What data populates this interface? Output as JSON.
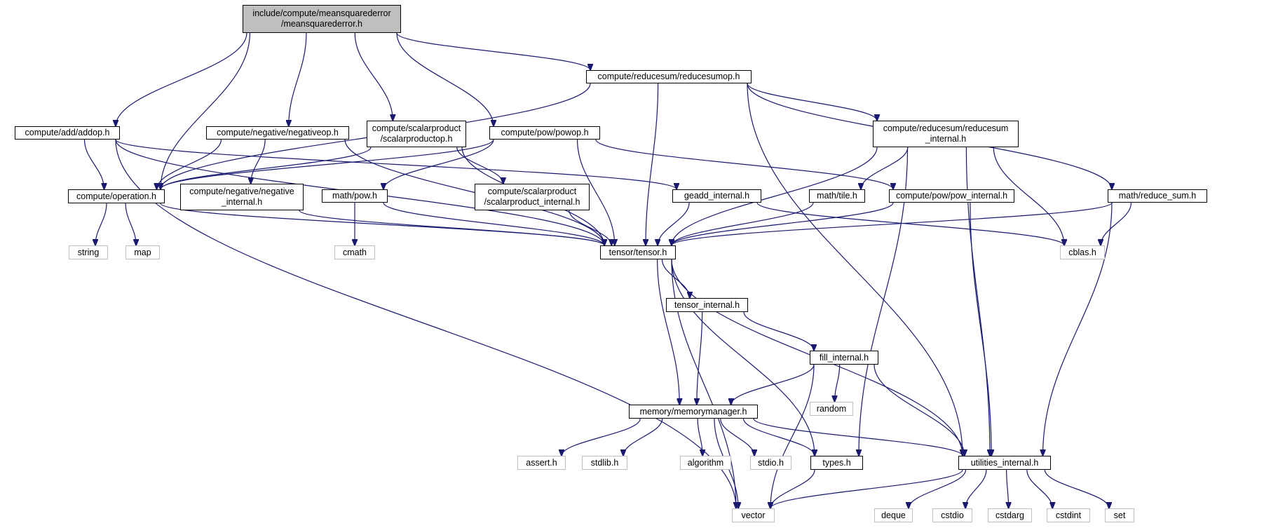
{
  "colors": {
    "edge": "#191970",
    "node_border": "#000000",
    "external_border": "#bfbfbf",
    "root_fill": "#bfbfbf"
  },
  "nodes": [
    {
      "id": "root",
      "label": "include/compute/meansquarederror\n/meansquarederror.h",
      "kind": "root"
    },
    {
      "id": "reducesumop",
      "label": "compute/reducesum/reducesumop.h",
      "kind": "header"
    },
    {
      "id": "addop",
      "label": "compute/add/addop.h",
      "kind": "header"
    },
    {
      "id": "negativeop",
      "label": "compute/negative/negativeop.h",
      "kind": "header"
    },
    {
      "id": "scalarproductop",
      "label": "compute/scalarproduct\n/scalarproductop.h",
      "kind": "header"
    },
    {
      "id": "powop",
      "label": "compute/pow/powop.h",
      "kind": "header"
    },
    {
      "id": "reducesum_internal",
      "label": "compute/reducesum/reducesum\n_internal.h",
      "kind": "header"
    },
    {
      "id": "operation",
      "label": "compute/operation.h",
      "kind": "header"
    },
    {
      "id": "negative_internal",
      "label": "compute/negative/negative\n_internal.h",
      "kind": "header"
    },
    {
      "id": "math_pow",
      "label": "math/pow.h",
      "kind": "header"
    },
    {
      "id": "scalarproduct_internal",
      "label": "compute/scalarproduct\n/scalarproduct_internal.h",
      "kind": "header"
    },
    {
      "id": "geadd_internal",
      "label": "geadd_internal.h",
      "kind": "header"
    },
    {
      "id": "math_tile",
      "label": "math/tile.h",
      "kind": "header"
    },
    {
      "id": "pow_internal",
      "label": "compute/pow/pow_internal.h",
      "kind": "header"
    },
    {
      "id": "reduce_sum",
      "label": "math/reduce_sum.h",
      "kind": "header"
    },
    {
      "id": "string",
      "label": "string",
      "kind": "external"
    },
    {
      "id": "map",
      "label": "map",
      "kind": "external"
    },
    {
      "id": "cmath",
      "label": "cmath",
      "kind": "external"
    },
    {
      "id": "tensor",
      "label": "tensor/tensor.h",
      "kind": "header"
    },
    {
      "id": "cblas",
      "label": "cblas.h",
      "kind": "external"
    },
    {
      "id": "tensor_internal",
      "label": "tensor_internal.h",
      "kind": "header"
    },
    {
      "id": "fill_internal",
      "label": "fill_internal.h",
      "kind": "header"
    },
    {
      "id": "random",
      "label": "random",
      "kind": "external"
    },
    {
      "id": "memorymanager",
      "label": "memory/memorymanager.h",
      "kind": "header"
    },
    {
      "id": "assert",
      "label": "assert.h",
      "kind": "external"
    },
    {
      "id": "stdlib",
      "label": "stdlib.h",
      "kind": "external"
    },
    {
      "id": "algorithm",
      "label": "algorithm",
      "kind": "external"
    },
    {
      "id": "stdio",
      "label": "stdio.h",
      "kind": "external"
    },
    {
      "id": "types",
      "label": "types.h",
      "kind": "header"
    },
    {
      "id": "utilities_internal",
      "label": "utilities_internal.h",
      "kind": "header"
    },
    {
      "id": "vector",
      "label": "vector",
      "kind": "external"
    },
    {
      "id": "deque",
      "label": "deque",
      "kind": "external"
    },
    {
      "id": "cstdio",
      "label": "cstdio",
      "kind": "external"
    },
    {
      "id": "cstdarg",
      "label": "cstdarg",
      "kind": "external"
    },
    {
      "id": "cstdint",
      "label": "cstdint",
      "kind": "external"
    },
    {
      "id": "set",
      "label": "set",
      "kind": "external"
    }
  ],
  "edges": [
    [
      "root",
      "reducesumop"
    ],
    [
      "root",
      "addop"
    ],
    [
      "root",
      "operation"
    ],
    [
      "root",
      "negativeop"
    ],
    [
      "root",
      "scalarproductop"
    ],
    [
      "root",
      "powop"
    ],
    [
      "reducesumop",
      "operation"
    ],
    [
      "reducesumop",
      "tensor"
    ],
    [
      "reducesumop",
      "reducesum_internal"
    ],
    [
      "reducesumop",
      "reduce_sum"
    ],
    [
      "reducesumop",
      "utilities_internal"
    ],
    [
      "addop",
      "operation"
    ],
    [
      "addop",
      "geadd_internal"
    ],
    [
      "addop",
      "tensor"
    ],
    [
      "addop",
      "vector"
    ],
    [
      "negativeop",
      "operation"
    ],
    [
      "negativeop",
      "negative_internal"
    ],
    [
      "negativeop",
      "tensor"
    ],
    [
      "scalarproductop",
      "operation"
    ],
    [
      "scalarproductop",
      "scalarproduct_internal"
    ],
    [
      "scalarproductop",
      "tensor"
    ],
    [
      "powop",
      "operation"
    ],
    [
      "powop",
      "math_pow"
    ],
    [
      "powop",
      "pow_internal"
    ],
    [
      "powop",
      "tensor"
    ],
    [
      "reducesum_internal",
      "tensor"
    ],
    [
      "reducesum_internal",
      "math_tile"
    ],
    [
      "reducesum_internal",
      "cblas"
    ],
    [
      "reducesum_internal",
      "types"
    ],
    [
      "reducesum_internal",
      "utilities_internal"
    ],
    [
      "operation",
      "string"
    ],
    [
      "operation",
      "map"
    ],
    [
      "operation",
      "tensor"
    ],
    [
      "negative_internal",
      "tensor"
    ],
    [
      "math_pow",
      "cmath"
    ],
    [
      "math_pow",
      "tensor"
    ],
    [
      "scalarproduct_internal",
      "tensor"
    ],
    [
      "geadd_internal",
      "tensor"
    ],
    [
      "geadd_internal",
      "cblas"
    ],
    [
      "math_tile",
      "tensor"
    ],
    [
      "pow_internal",
      "tensor"
    ],
    [
      "pow_internal",
      "utilities_internal"
    ],
    [
      "reduce_sum",
      "tensor"
    ],
    [
      "reduce_sum",
      "cblas"
    ],
    [
      "reduce_sum",
      "utilities_internal"
    ],
    [
      "tensor",
      "tensor_internal"
    ],
    [
      "tensor",
      "memorymanager"
    ],
    [
      "tensor",
      "types"
    ],
    [
      "tensor",
      "utilities_internal"
    ],
    [
      "tensor",
      "vector"
    ],
    [
      "tensor_internal",
      "memorymanager"
    ],
    [
      "tensor_internal",
      "fill_internal"
    ],
    [
      "fill_internal",
      "memorymanager"
    ],
    [
      "fill_internal",
      "random"
    ],
    [
      "fill_internal",
      "utilities_internal"
    ],
    [
      "fill_internal",
      "vector"
    ],
    [
      "memorymanager",
      "assert"
    ],
    [
      "memorymanager",
      "stdlib"
    ],
    [
      "memorymanager",
      "algorithm"
    ],
    [
      "memorymanager",
      "stdio"
    ],
    [
      "memorymanager",
      "types"
    ],
    [
      "memorymanager",
      "utilities_internal"
    ],
    [
      "memorymanager",
      "vector"
    ],
    [
      "types",
      "vector"
    ],
    [
      "utilities_internal",
      "vector"
    ],
    [
      "utilities_internal",
      "deque"
    ],
    [
      "utilities_internal",
      "cstdio"
    ],
    [
      "utilities_internal",
      "cstdarg"
    ],
    [
      "utilities_internal",
      "cstdint"
    ],
    [
      "utilities_internal",
      "set"
    ]
  ]
}
